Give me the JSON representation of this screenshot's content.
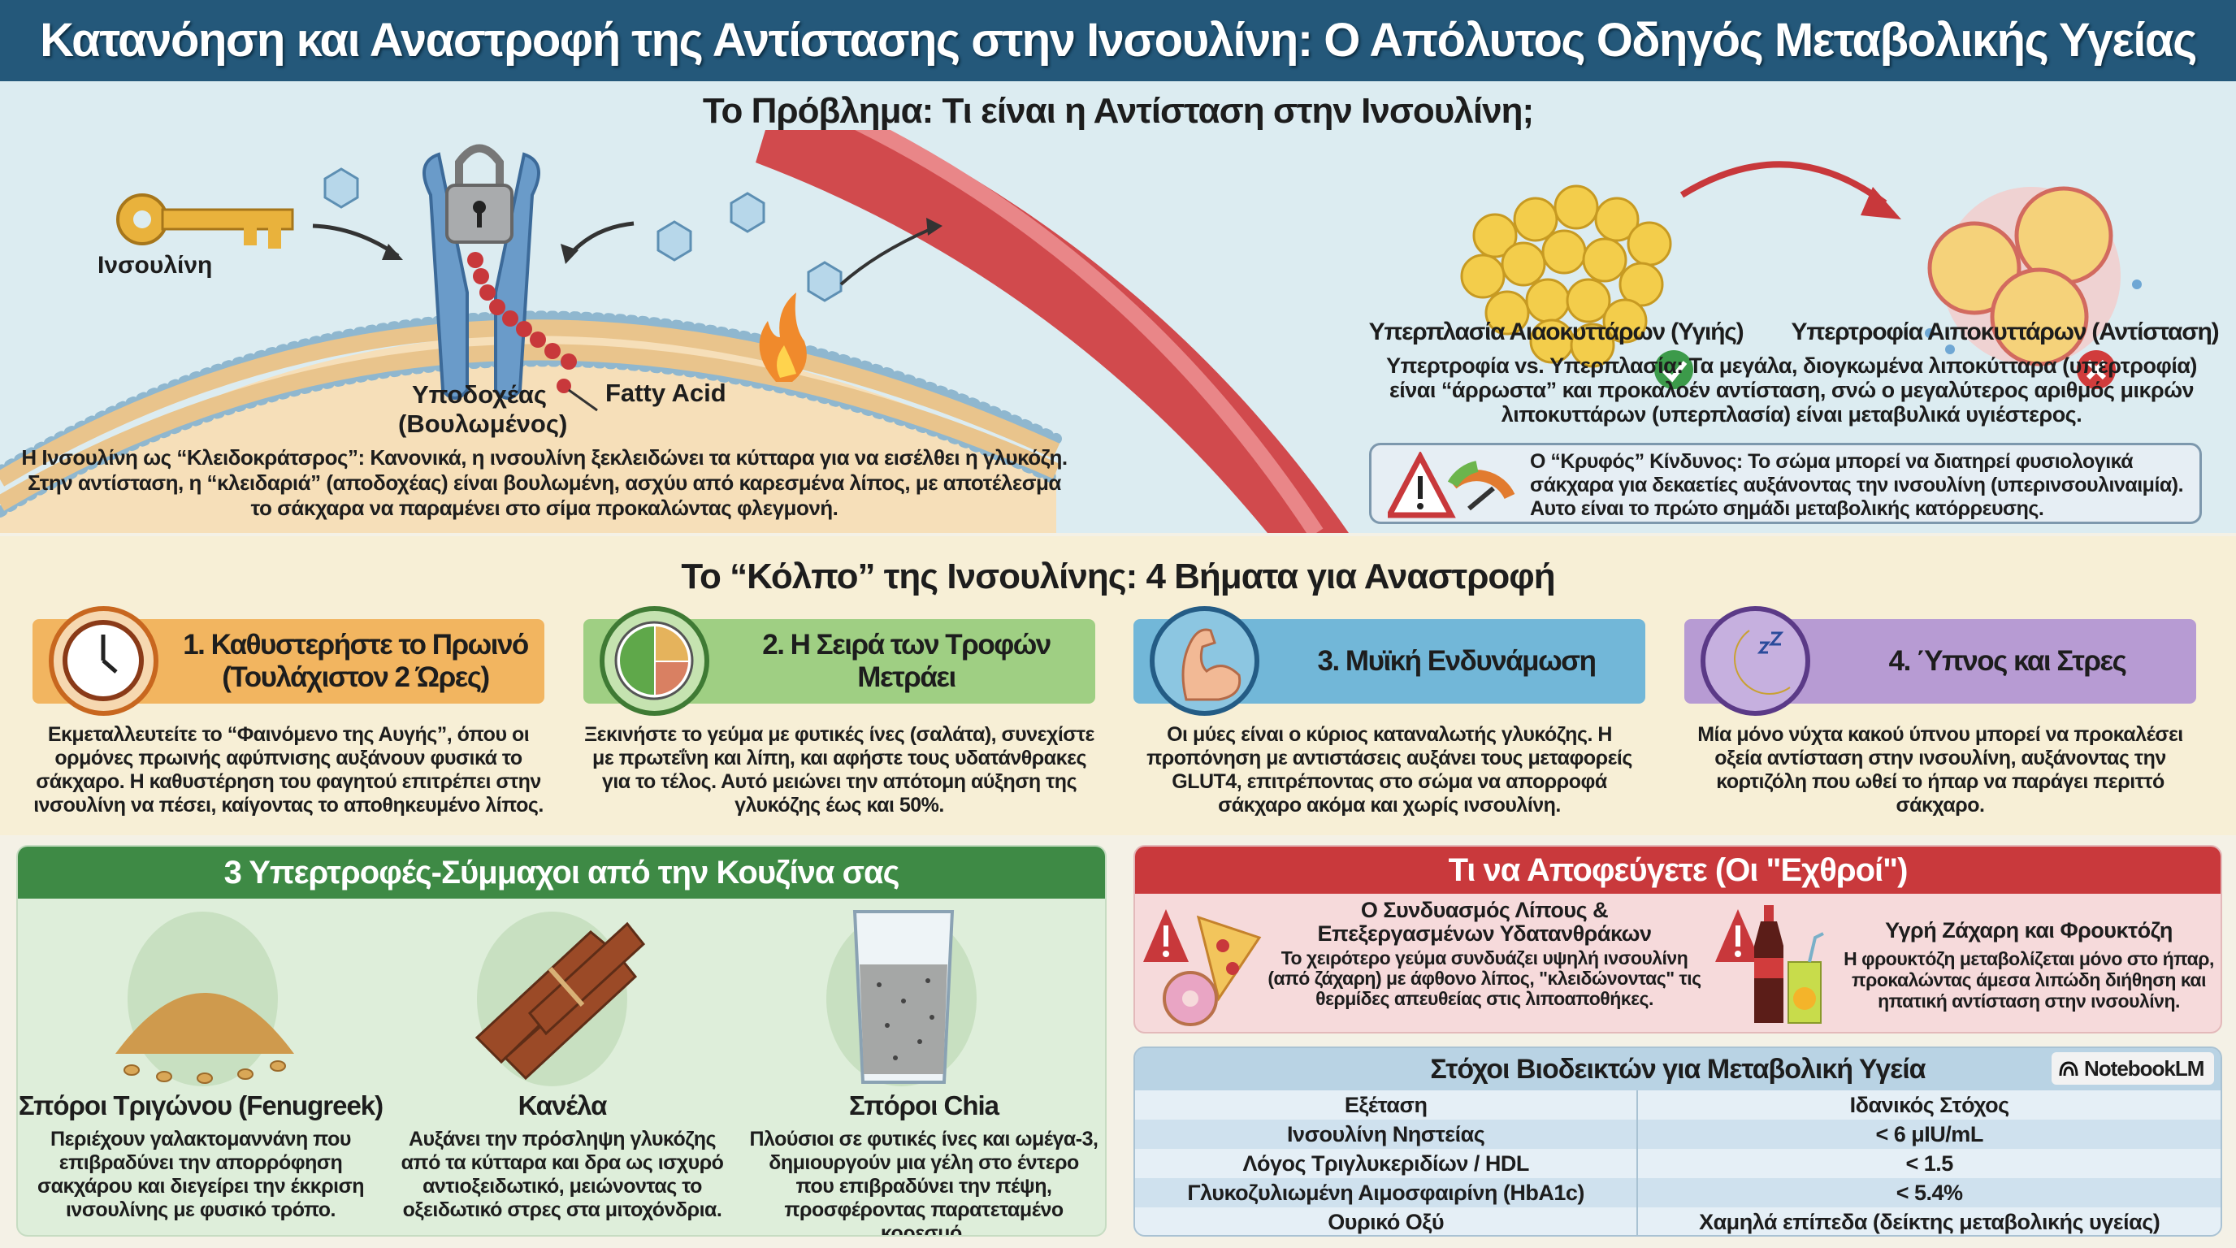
{
  "header": {
    "title": "Κατανόηση και Αναστροφή της Αντίστασης στην Ινσουλίνη: Ο Απόλυτος Οδηγός Μεταβολικής Υγείας"
  },
  "problem": {
    "title": "Το Πρόβλημα: Τι είναι η Αντίσταση στην Ινσουλίνη;",
    "key_label": "Ινσουλίνη",
    "receptor_label": "Υποδοχέας (Βουλωμένος)",
    "fatty_acid_label": "Fatty Acid",
    "description": "Η Ινσουλίνη ως “Κλειδοκράτσρος”: Κανονικά, η ινσουλίνη ξεκλειδώνει τα κύτταρα για να εισέλθει η γλυκόζη. Στην αντίσταση, η “κλειδαριά” (αποδοχέας) είναι βουλωμένη, ασχύυ από καρεσμένα λίπος, με αποτέλεσμα το σάκχαρα να παραμένει στο σίμα προκαλώντας φλεγμονή.",
    "healthy_label": "Υπερπλασία Αιαοκυττάρων (Υγιής)",
    "resistant_label": "Υπερτροφία Αιποκυττάρων (Αντίσταση)",
    "comparison": "Υπερτροφία vs. Υπερπλασία: Τα μεγάλα, διογκωμένα λιποκύτταρα (υπερτροφία) είναι “άρρωστα” και προκαλοέν αντίσταση, σνώ ο μεγαλύτερος αριθμός μικρών λιποκυττάρων (υπερπλασία) είναι μεταβυλικά υγιέστερος.",
    "warning": "Ο “Κρυφός” Κίνδυνος: Το σώμα μπορεί να διατηρεί φυσιολογικά σάκχαρα για δεκαετίες αυξάνοντας την ινσουλίνη (υπερινσουλιναιμία). Αυτο είναι το πρώτο σημάδι μεταβολικής κατόρρευσης."
  },
  "steps": {
    "title": "Το “Κόλπο” της Ινσουλίνης: 4 Βήματα για Αναστροφή",
    "items": [
      {
        "label": "1. Καθυστερήστε το Πρωινό (Τουλάχιστον 2 Ώρες)",
        "text": "Εκμεταλλευτείτε το “Φαινόμενο της Αυγής”, όπου οι ορμόνες πρωινής αφύπνισης αυξάνουν φυσικά το σάκχαρο. Η καθυστέρηση του φαγητού επιτρέπει στην ινσουλίνη να πέσει, καίγοντας το αποθηκευμένο λίπος.",
        "color": "#f2b560",
        "ring": "#c8671f"
      },
      {
        "label": "2. Η Σειρά των Τροφών Μετράει",
        "text": "Ξεκινήστε το γεύμα με φυτικές ίνες (σαλάτα), συνεχίστε με πρωτεΐνη και λίπη, και αφήστε τους υδατάνθρακες για το τέλος. Αυτό μειώνει την απότομη αύξηση της γλυκόζης έως και 50%.",
        "color": "#9fcf83",
        "ring": "#3f7a34"
      },
      {
        "label": "3. Μυϊκή Ενδυνάμωση",
        "text": "Οι μύες είναι ο κύριος καταναλωτής γλυκόζης. Η προπόνηση με αντιστάσεις αυξάνει τους μεταφορείς GLUT4, επιτρέποντας στο σώμα να απορροφά σάκχαρο ακόμα και χωρίς ινσουλίνη.",
        "color": "#72b7d8",
        "ring": "#245c85"
      },
      {
        "label": "4. Ύπνος και Στρες",
        "text": "Μία μόνο νύχτα κακού ύπνου μπορεί να προκαλέσει οξεία αντίσταση στην ινσουλίνη, αυξάνοντας την κορτιζόλη που ωθεί το ήπαρ να παράγει περιττό σάκχαρο.",
        "color": "#b79bd3",
        "ring": "#5b3a87"
      }
    ]
  },
  "kitchen": {
    "title": "3 Υπερτροφές-Σύμμαχοι από την Κουζίνα σας",
    "items": [
      {
        "name": "Σπόροι Τριγώνου (Fenugreek)",
        "text": "Περιέχουν γαλακτομαννάνη που επιβραδύνει την απορρόφηση σακχάρου και διεγείρει την έκκριση ινσουλίνης με φυσικό τρόπο."
      },
      {
        "name": "Κανέλα",
        "text": "Αυξάνει την πρόσληψη γλυκόζης από τα κύτταρα και δρα ως ισχυρό αντιοξειδωτικό, μειώνοντας το οξειδωτικό στρες στα μιτοχόνδρια."
      },
      {
        "name": "Σπόροι Chia",
        "text": "Πλούσιοι σε φυτικές ίνες και ωμέγα-3, δημιουργούν μια γέλη στο έντερο που επιβραδύνει την πέψη, προσφέροντας παρατεταμένο κορεσμό."
      }
    ]
  },
  "avoid": {
    "title": "Τι να Αποφεύγετε (Οι \"Εχθροί\")",
    "items": [
      {
        "name": "Ο Συνδυασμός Λίπους & Επεξεργασμένων Υδατανθράκων",
        "text": "Το χειρότερο γεύμα συνδυάζει υψηλή ινσουλίνη (από ζάχαρη) με άφθονο λίπος, \"κλειδώνοντας\" τις θερμίδες απευθείας στις λιποαποθήκες."
      },
      {
        "name": "Υγρή Ζάχαρη και Φρουκτόζη",
        "text": "Η φρουκτόζη μεταβολίζεται μόνο στο ήπαρ, προκαλώντας άμεσα λιπώδη διήθηση και ηπατική αντίσταση στην ινσουλίνη."
      }
    ]
  },
  "biomarkers": {
    "title": "Στόχοι Βιοδεικτών για Μεταβολική Υγεία",
    "headers": [
      "Εξέταση",
      "Ιδανικός Στόχος"
    ],
    "rows": [
      [
        "Ινσουλίνη Νηστείας",
        "< 6 μIU/mL"
      ],
      [
        "Λόγος Τριγλυκεριδίων / HDL",
        "< 1.5"
      ],
      [
        "Γλυκοζυλιωμένη Αιμοσφαιρίνη (HbA1c)",
        "< 5.4%"
      ],
      [
        "Ουρικό Οξύ",
        "Χαμηλά επίπεδα (δείκτης μεταβολικής υγείας)"
      ]
    ]
  },
  "watermark": "NotebookLM"
}
